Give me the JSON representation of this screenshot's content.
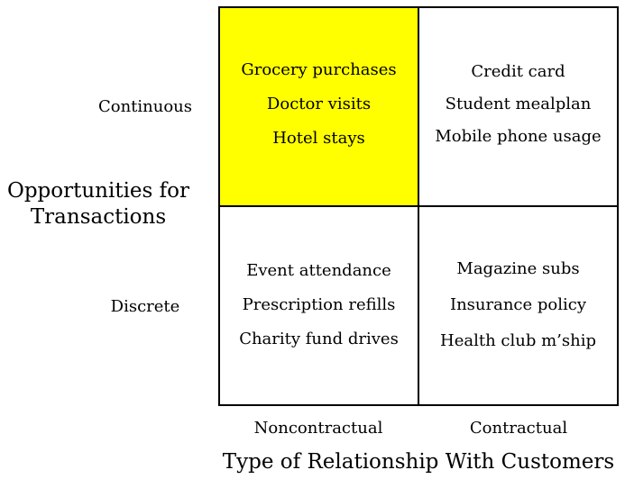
{
  "y_axis_title": "Opportunities for Transactions",
  "x_axis_title": "Type of Relationship With Customers",
  "rows": {
    "continuous": "Continuous",
    "discrete": "Discrete"
  },
  "columns": {
    "noncontractual": "Noncontractual",
    "contractual": "Contractual"
  },
  "cells": {
    "continuous_noncontractual": {
      "highlight_color": "#ffff00",
      "items": [
        "Grocery purchases",
        "Doctor visits",
        "Hotel stays"
      ]
    },
    "continuous_contractual": {
      "items": [
        "Credit card",
        "Student mealplan",
        "Mobile phone usage"
      ]
    },
    "discrete_noncontractual": {
      "items": [
        "Event attendance",
        "Prescription refills",
        "Charity fund drives"
      ]
    },
    "discrete_contractual": {
      "items": [
        "Magazine subs",
        "Insurance policy",
        "Health club m’ship"
      ]
    }
  }
}
